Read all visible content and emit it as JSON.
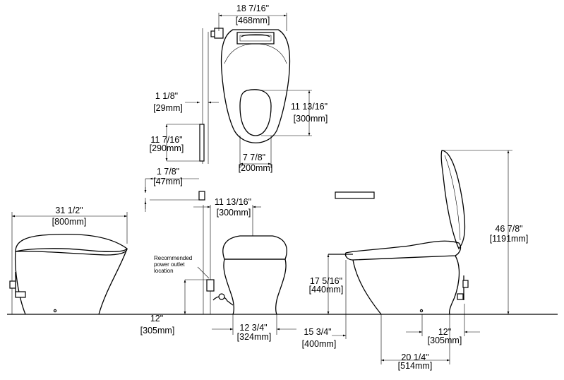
{
  "dimensions": {
    "top_width": {
      "imperial": "18 7/16\"",
      "metric": "[468mm]"
    },
    "bracket_offset": {
      "imperial": "1 1/8\"",
      "metric": "[29mm]"
    },
    "seat_length": {
      "imperial": "11 13/16\"",
      "metric": "[300mm]"
    },
    "bracket_height": {
      "imperial": "11 7/16\"",
      "metric": "[290mm]"
    },
    "seat_width": {
      "imperial": "7 7/8\"",
      "metric": "[200mm]"
    },
    "remote_depth": {
      "imperial": "1 7/8\"",
      "metric": "[47mm]"
    },
    "wall_to_tank": {
      "imperial": "11 13/16\"",
      "metric": "[300mm]"
    },
    "overall_length": {
      "imperial": "31 1/2\"",
      "metric": "[800mm]"
    },
    "overall_height": {
      "imperial": "46 7/8\"",
      "metric": "[1191mm]"
    },
    "seat_height": {
      "imperial": "17 5/16\"",
      "metric": "[440mm]"
    },
    "outlet_height": {
      "imperial": "12\"",
      "metric": "[305mm]"
    },
    "base_width": {
      "imperial": "12 3/4\"",
      "metric": "[324mm]"
    },
    "front_extent": {
      "imperial": "15 3/4\"",
      "metric": "[400mm]"
    },
    "rough_in": {
      "imperial": "12\"",
      "metric": "[305mm]"
    },
    "base_depth": {
      "imperial": "20 1/4\"",
      "metric": "[514mm]"
    }
  },
  "notes": {
    "outlet_line1": "Recommended",
    "outlet_line2": "power outlet",
    "outlet_line3": "location"
  }
}
